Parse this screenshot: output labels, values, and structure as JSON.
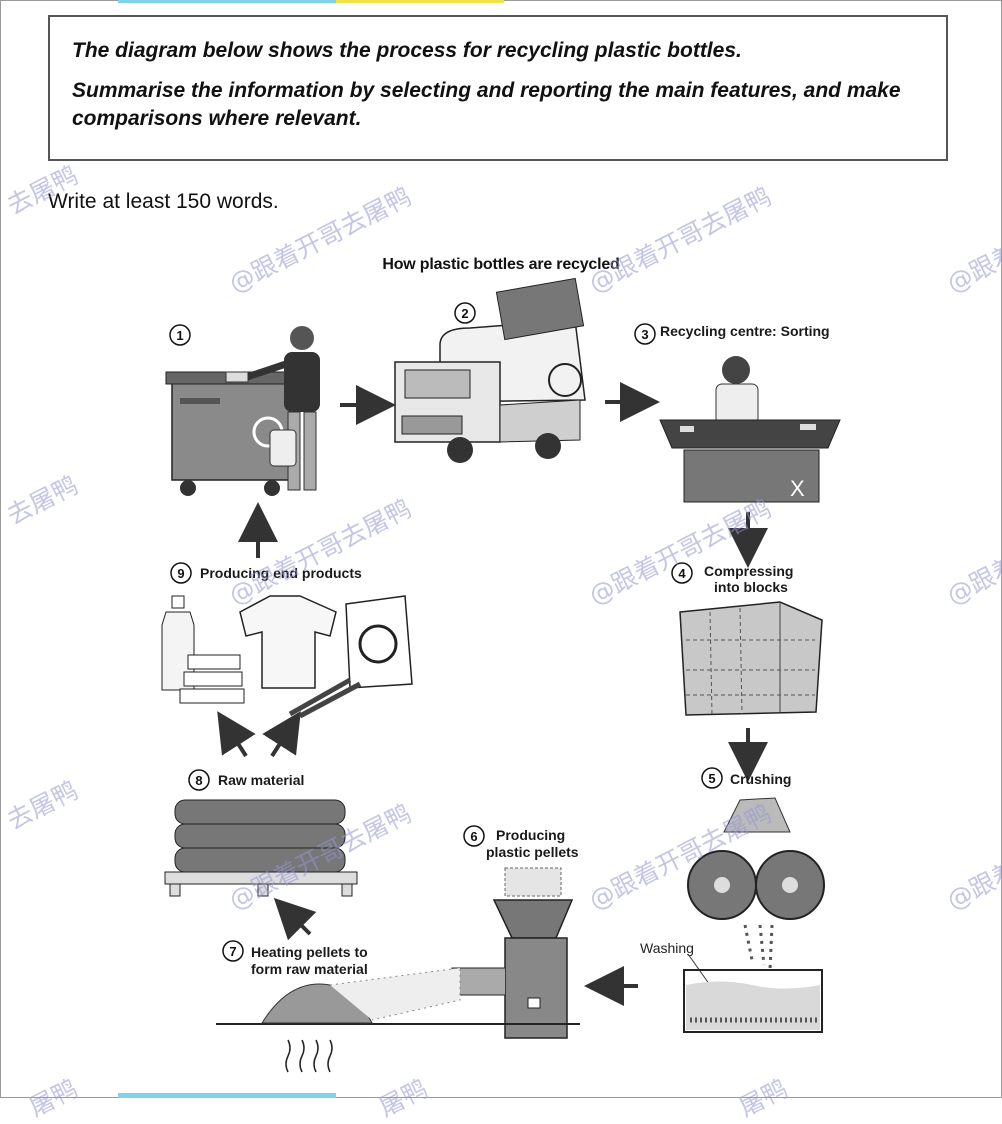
{
  "task": {
    "line1": "The diagram below shows the process for recycling plastic bottles.",
    "line2": "Summarise the information by selecting and reporting the main features, and make comparisons where relevant.",
    "instruction": "Write at least 150 words."
  },
  "diagram": {
    "title": "How plastic bottles are recycled",
    "steps": [
      {
        "num": "1",
        "label": ""
      },
      {
        "num": "2",
        "label": ""
      },
      {
        "num": "3",
        "label": "Recycling centre: Sorting"
      },
      {
        "num": "4",
        "label_line1": "Compressing",
        "label_line2": "into blocks"
      },
      {
        "num": "5",
        "label": "Crushing"
      },
      {
        "num": "6",
        "label_line1": "Producing",
        "label_line2": "plastic pellets"
      },
      {
        "num": "7",
        "label_line1": "Heating pellets to",
        "label_line2": "form raw material"
      },
      {
        "num": "8",
        "label": "Raw material"
      },
      {
        "num": "9",
        "label": "Producing end products"
      }
    ],
    "washing_label": "Washing"
  },
  "watermark": {
    "text": "@跟着开哥去屠鸭",
    "fragment_a": "去屠鸭",
    "fragment_b": "屠鸭",
    "fragment_c": "@跟着"
  }
}
